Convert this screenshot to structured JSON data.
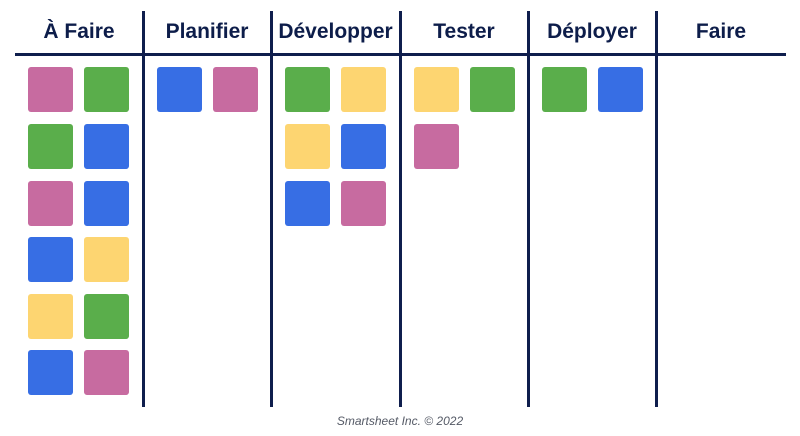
{
  "colors": {
    "pink": "#c76ba0",
    "green": "#5aae4b",
    "blue": "#376ee4",
    "yellow": "#fdd571",
    "line": "#0f1e4d",
    "title": "#0d1d4a"
  },
  "columns": [
    {
      "title": "À Faire",
      "cards": [
        "pink",
        "green",
        "green",
        "blue",
        "pink",
        "blue",
        "blue",
        "yellow",
        "yellow",
        "green",
        "blue",
        "pink"
      ]
    },
    {
      "title": "Planifier",
      "cards": [
        "blue",
        "pink"
      ]
    },
    {
      "title": "Développer",
      "cards": [
        "green",
        "yellow",
        "yellow",
        "blue",
        "blue",
        "pink"
      ]
    },
    {
      "title": "Tester",
      "cards": [
        "yellow",
        "green",
        "pink"
      ]
    },
    {
      "title": "Déployer",
      "cards": [
        "green",
        "blue"
      ]
    },
    {
      "title": "Faire",
      "cards": []
    }
  ],
  "footer": "Smartsheet Inc. © 2022"
}
